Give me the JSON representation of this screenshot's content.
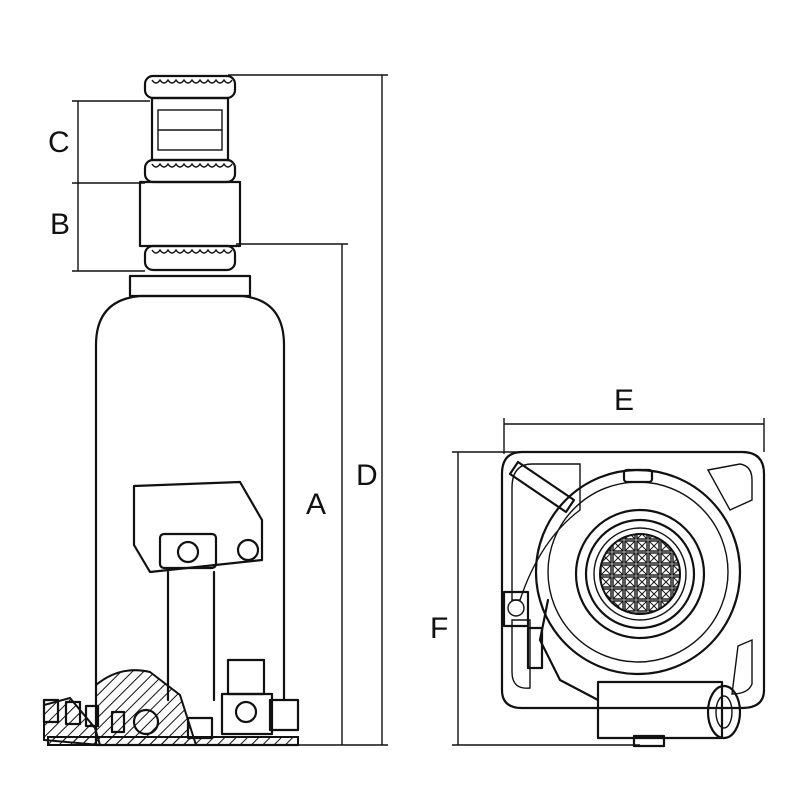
{
  "diagram": {
    "labels": {
      "a": "A",
      "b": "B",
      "c": "C",
      "d": "D",
      "e": "E",
      "f": "F"
    },
    "colors": {
      "line": "#111111",
      "background": "#ffffff"
    }
  }
}
